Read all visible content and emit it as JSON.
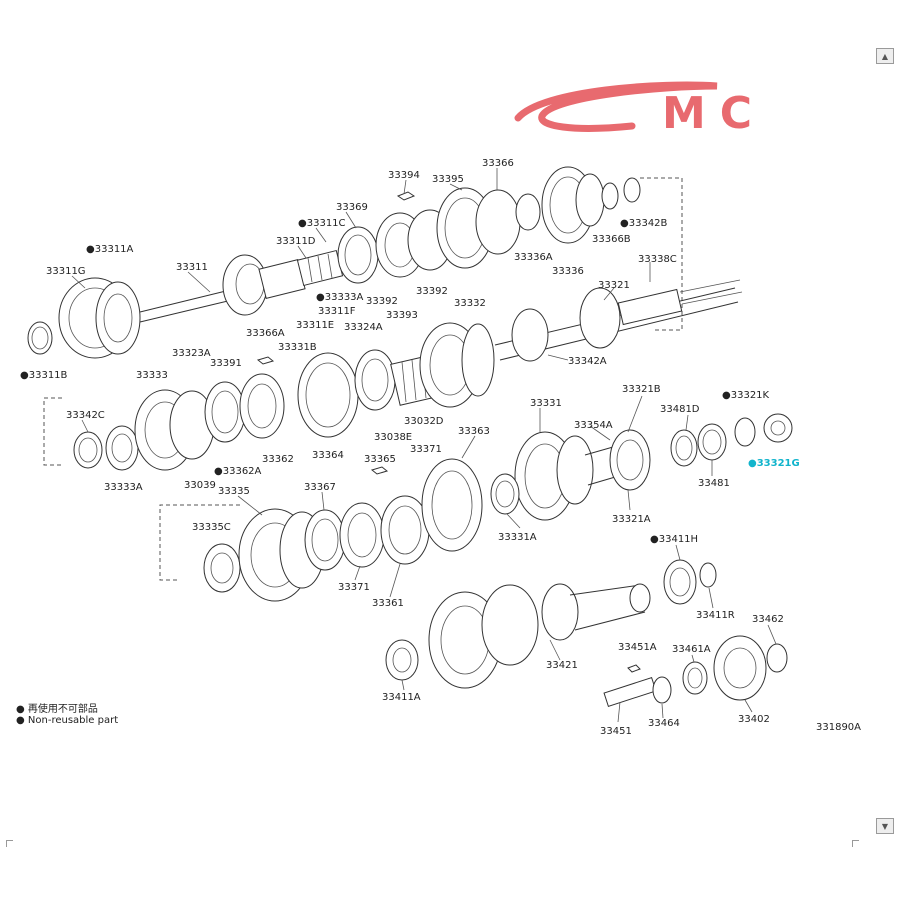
{
  "brand": {
    "logo_text": "MC"
  },
  "notes": {
    "jp_text": "● 再使用不可部品",
    "en_text": "● Non-reusable part"
  },
  "diagram_code": "331890A",
  "colors": {
    "logo": "#e86a6f",
    "highlight": "#11b4cc"
  },
  "icons": {
    "scroll_up": "triangle-up-icon",
    "scroll_down": "triangle-down-icon"
  },
  "labels": {
    "l33394": "33394",
    "l33395": "33395",
    "l33366": "33366",
    "l33369": "33369",
    "l33311c": "●33311C",
    "l33311d": "33311D",
    "l33311a": "●33311A",
    "l33311g": "33311G",
    "l33311": "33311",
    "l33333a_top": "●33333A",
    "l33392_a": "33392",
    "l33392_b": "33392",
    "l33393": "33393",
    "l33311f": "33311F",
    "l33311e": "33311E",
    "l33342b": "●33342B",
    "l33366b": "33366B",
    "l33336a": "33336A",
    "l33336": "33336",
    "l33338c": "33338C",
    "l33321": "33321",
    "l33311b": "●33311B",
    "l33366a": "33366A",
    "l33331b": "33331B",
    "l33323a": "33323A",
    "l33391": "33391",
    "l33324a": "33324A",
    "l33332": "33332",
    "l33333": "33333",
    "l33342a": "33342A",
    "l33321b": "33321B",
    "l33321k": "●33321K",
    "l33342c": "33342C",
    "l33331": "33331",
    "l33354a": "33354A",
    "l33481d": "33481D",
    "l33032d": "33032D",
    "l33038e": "33038E",
    "l33371_top": "33371",
    "l33363": "33363",
    "l33362": "33362",
    "l33364": "33364",
    "l33362a": "●33362A",
    "l33039": "33039",
    "l33333a": "33333A",
    "l33365": "33365",
    "l33321g": "●33321G",
    "l33481": "33481",
    "l33321a": "33321A",
    "l33335": "33335",
    "l33367": "33367",
    "l33335c": "33335C",
    "l33331a": "33331A",
    "l33411h": "●33411H",
    "l33371": "33371",
    "l33361": "33361",
    "l33411r": "33411R",
    "l33462": "33462",
    "l33451a": "33451A",
    "l33461a": "33461A",
    "l33421": "33421",
    "l33411a": "33411A",
    "l33464": "33464",
    "l33402": "33402",
    "l33451": "33451"
  }
}
